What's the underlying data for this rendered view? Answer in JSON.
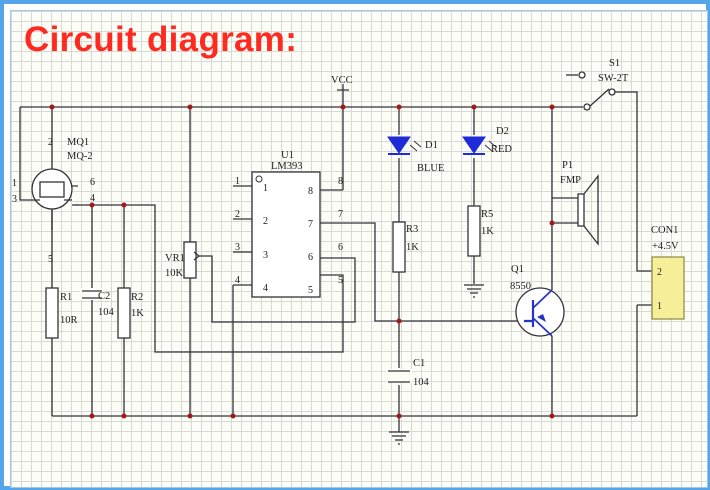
{
  "title": "Circuit diagram:",
  "labels": {
    "vcc": "VCC",
    "mq1": "MQ1",
    "mq2": "MQ-2",
    "u1": "U1",
    "lm393": "LM393",
    "d1": "D1",
    "blue": "BLUE",
    "d2": "D2",
    "red": "RED",
    "s1": "S1",
    "sw2t": "SW-2T",
    "p1": "P1",
    "fmp": "FMP",
    "con1": "CON1",
    "v45": "+4.5V",
    "vr1": "VR1",
    "k10": "10K",
    "r1": "R1",
    "r10": "10R",
    "c2": "C2",
    "c2v": "104",
    "r2": "R2",
    "r2v": "1K",
    "r3": "R3",
    "r3v": "1K",
    "r5": "R5",
    "r5v": "1K",
    "q1": "Q1",
    "q1v": "8550",
    "c1": "C1",
    "c1v": "104"
  },
  "pins": {
    "mq_top": "2",
    "mq_left1": "1",
    "mq_left3": "3",
    "mq_right6": "6",
    "mq_right4": "4",
    "mq_bottom": "5",
    "u_in": [
      "1",
      "2",
      "3",
      "4"
    ],
    "u_in_out": [
      "1",
      "2",
      "3",
      "4"
    ],
    "u_right_in": [
      "8",
      "7",
      "6",
      "5"
    ],
    "u_right_out": [
      "8",
      "7",
      "6",
      "5"
    ],
    "con_top": "2",
    "con_bottom": "1"
  },
  "colors": {
    "title": "#ff2a1f",
    "frame": "#55a6e8",
    "connector": "#f7ee9a",
    "diode": "#1f2bd6",
    "transistor": "#2535c8"
  }
}
